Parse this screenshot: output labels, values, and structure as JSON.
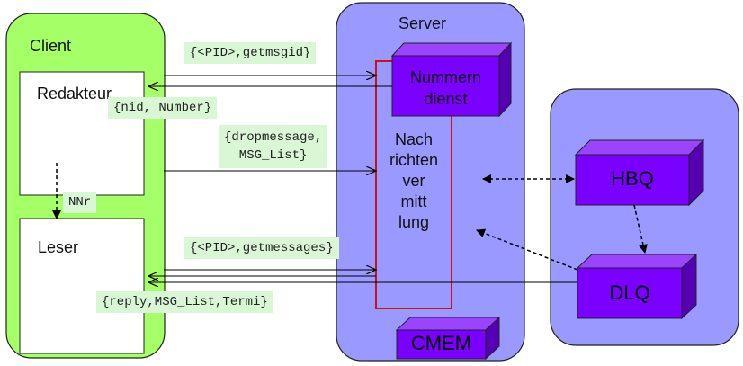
{
  "client": {
    "title": "Client"
  },
  "redakteur": {
    "label": "Redakteur"
  },
  "leser": {
    "label": "Leser"
  },
  "nnr": {
    "label": "NNr"
  },
  "server": {
    "title": "Server"
  },
  "nummerndienst": {
    "line1": "Nummern",
    "line2": "dienst"
  },
  "nachrichten": {
    "lines": [
      "Nach",
      "richten",
      "ver",
      "mitt",
      "lung"
    ]
  },
  "cmem": {
    "label": "CMEM"
  },
  "hbq": {
    "label": "HBQ"
  },
  "dlq": {
    "label": "DLQ"
  },
  "messages": {
    "getmsgid": "{<PID>,getmsgid}",
    "nid": "{nid, Number}",
    "dropmessage_1": "{dropmessage,",
    "dropmessage_2": "MSG_List}",
    "getmessages": "{<PID>,getmessages}",
    "reply": "{reply,MSG_List,Termi}"
  },
  "colors": {
    "client_fill": "#a5ff66",
    "server_fill": "#9999ff",
    "cube_fill": "#7a00ff",
    "cube_top": "#9a44ff",
    "cube_side": "#5500b3",
    "white_box": "#ffffff",
    "red_border": "#cc1111",
    "label_bg": "#d9f7d5"
  }
}
